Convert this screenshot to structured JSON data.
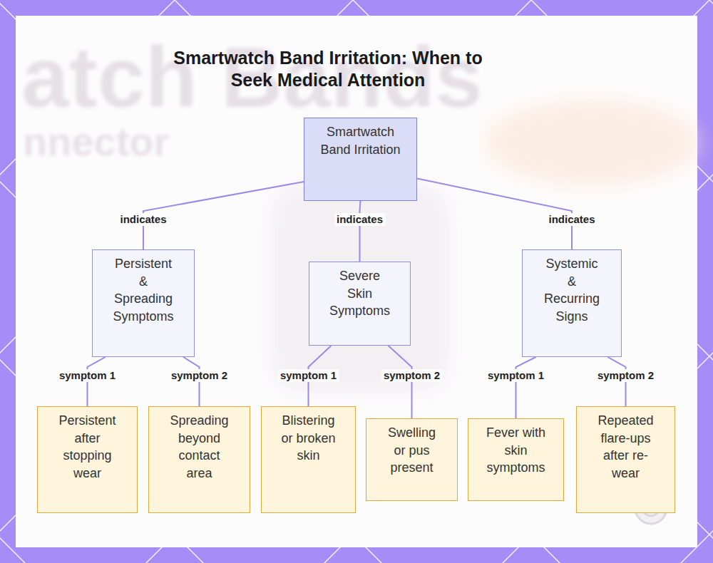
{
  "diagram": {
    "title": "Smartwatch Band Irritation: When to Seek Medical Attention",
    "nodes": [
      {
        "text": [
          "Smartwatch Band Irritation"
        ]
      },
      {
        "text": [
          "Persistent & Spreading Symptoms"
        ]
      },
      {
        "text": [
          "Severe Skin Symptoms"
        ]
      },
      {
        "text": [
          "Systemic & Recurring Signs"
        ]
      },
      {
        "text": [
          "Persistent after stopping wear"
        ]
      },
      {
        "text": [
          "Spreading beyond contact area"
        ]
      },
      {
        "text": [
          "Blistering or broken skin"
        ]
      },
      {
        "text": [
          "Swelling or pus present"
        ]
      },
      {
        "text": [
          "Fever with skin symptoms"
        ]
      },
      {
        "text": [
          "Repeated flare-ups after re-wear"
        ]
      }
    ],
    "edges": [
      {
        "from": 0,
        "to": 1,
        "label": "indicates",
        "arrow": "none"
      },
      {
        "from": 0,
        "to": 2,
        "label": "indicates",
        "arrow": "none"
      },
      {
        "from": 0,
        "to": 3,
        "label": "indicates",
        "arrow": "none"
      },
      {
        "from": 1,
        "to": 4,
        "label": "symptom 1",
        "arrow": "none"
      },
      {
        "from": 1,
        "to": 5,
        "label": "symptom 2",
        "arrow": "none"
      },
      {
        "from": 2,
        "to": 6,
        "label": "symptom 1",
        "arrow": "none"
      },
      {
        "from": 2,
        "to": 7,
        "label": "symptom 2",
        "arrow": "none"
      },
      {
        "from": 3,
        "to": 8,
        "label": "symptom 1",
        "arrow": "none"
      },
      {
        "from": 3,
        "to": 9,
        "label": "symptom 2",
        "arrow": "none"
      }
    ],
    "labels": [
      "atch Bands",
      "nnector"
    ]
  }
}
